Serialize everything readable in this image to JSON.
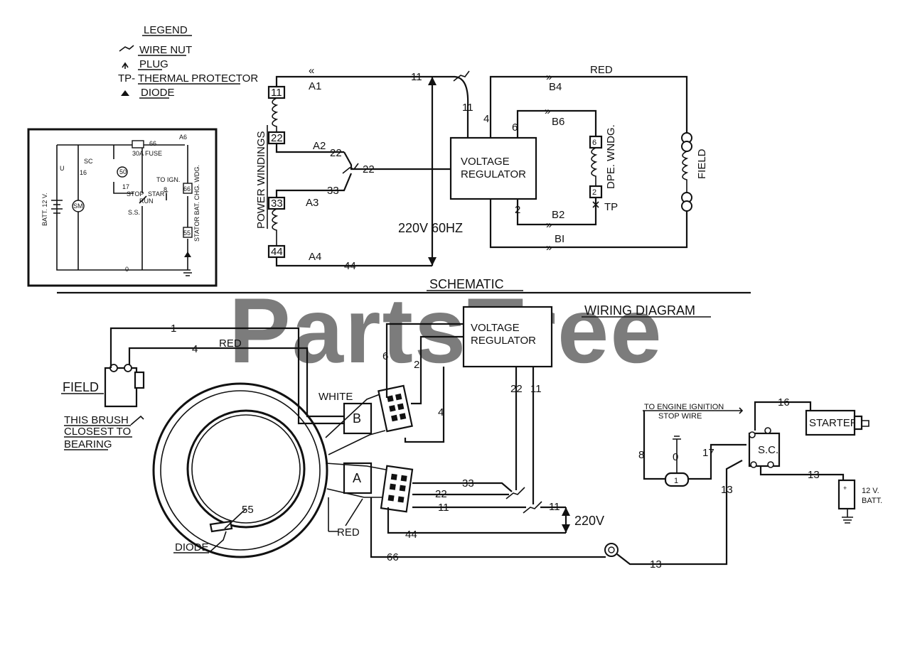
{
  "watermark": "PartsTree",
  "legend": {
    "title": "LEGEND",
    "items": [
      "WIRE NUT",
      "PLUG",
      "THERMAL PROTECTOR",
      "DIODE"
    ],
    "tp_prefix": "TP-"
  },
  "inset": {
    "batt": "BATT. 12 V.",
    "sc": "SC",
    "w16": "16",
    "sm": "SM",
    "w66": "66",
    "fuse": "30A FUSE",
    "a6": "A6",
    "w17": "17",
    "stop": "STOP",
    "start": "START",
    "run": "RUN",
    "to_ign": "TO IGN.",
    "w8": "8",
    "ss": "S.S.",
    "w0": "0",
    "u": "U",
    "pin66": "66",
    "pin55": "55",
    "stator": "STATOR BAT. CHG. WDG.",
    "w50": "50"
  },
  "schematic": {
    "title": "SCHEMATIC",
    "power_windings": "POWER WINDINGS",
    "terminals": [
      "11",
      "22",
      "33",
      "44"
    ],
    "a_labels": [
      "A1",
      "A2",
      "A3",
      "A4"
    ],
    "w11": "11",
    "w22": "22",
    "w33": "33",
    "w44": "44",
    "voltage": "220V 60HZ",
    "regulator": [
      "VOLTAGE",
      "REGULATOR"
    ],
    "w4": "4",
    "w6": "6",
    "w2": "2",
    "red": "RED",
    "b_labels": [
      "B4",
      "B6",
      "B2",
      "BI"
    ],
    "dpe": "DPE. WNDG.",
    "tp": "TP",
    "field": "FIELD",
    "pin6": "6",
    "pin2": "2"
  },
  "wiring": {
    "title": "WIRING DIAGRAM",
    "regulator": [
      "VOLTAGE",
      "REGULATOR"
    ],
    "w1": "1",
    "w4": "4",
    "red": "RED",
    "w6": "6",
    "w2": "2",
    "w4b": "4",
    "white": "WHITE",
    "field": "FIELD",
    "brush": [
      "THIS BRUSH",
      "CLOSEST TO",
      "BEARING"
    ],
    "plug_b": "B",
    "plug_a": "A",
    "w22": "22",
    "w11": "11",
    "w33": "33",
    "w22b": "22",
    "w11b": "11",
    "w11c": "11",
    "v220": "220V",
    "w44": "44",
    "w55": "55",
    "w66": "66",
    "red2": "RED",
    "diode": "DIODE",
    "w13": "13",
    "w13b": "13",
    "w13c": "13",
    "engine": [
      "TO ENGINE IGNITION",
      "STOP WIRE"
    ],
    "w16": "16",
    "w8": "8",
    "w0": "0",
    "w17": "17",
    "sc": "S.C.",
    "starter": "STARTER",
    "batt": [
      "12 V.",
      "BATT."
    ]
  }
}
